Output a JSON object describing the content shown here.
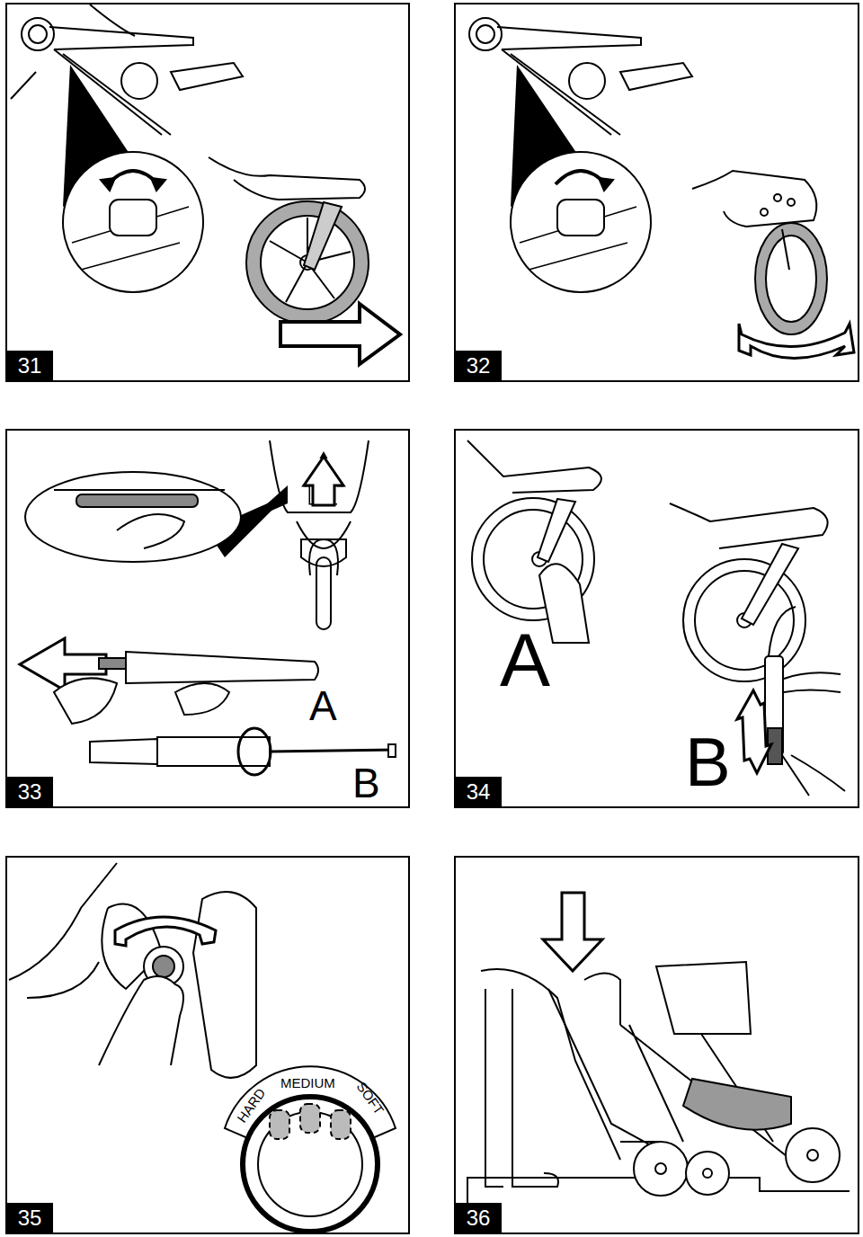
{
  "diagram": {
    "nodes": [
      {
        "text": [
          "31"
        ]
      },
      {
        "text": [
          "32"
        ]
      },
      {
        "text": [
          "33"
        ]
      },
      {
        "text": [
          "34"
        ]
      },
      {
        "text": [
          "35"
        ]
      },
      {
        "text": [
          "36"
        ]
      }
    ],
    "labels": [
      "A",
      "B",
      "A",
      "B",
      "HARD",
      "MEDIUM",
      "SOFT"
    ]
  }
}
